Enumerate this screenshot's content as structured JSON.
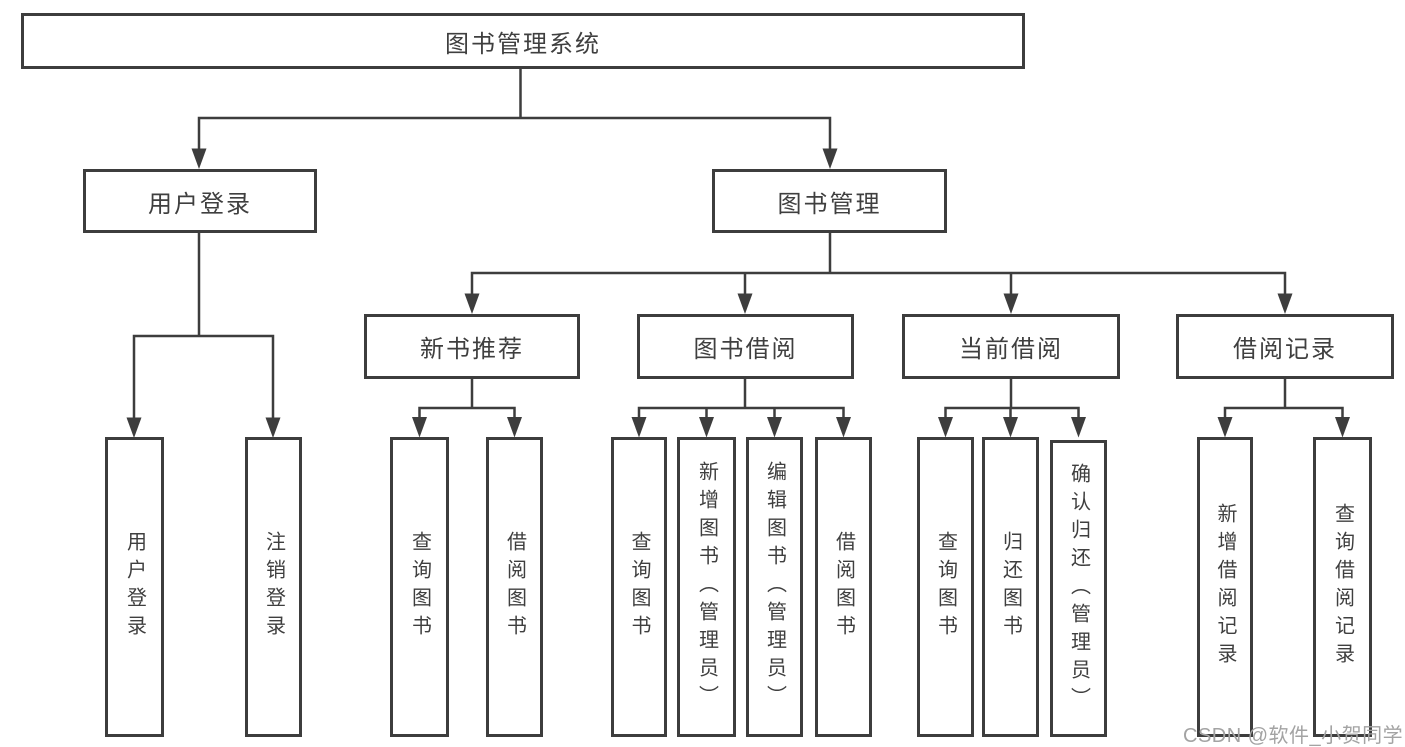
{
  "tree": {
    "root": {
      "label": "图书管理系统",
      "children": [
        {
          "label": "用户登录",
          "children": [
            {
              "label": "用户登录"
            },
            {
              "label": "注销登录"
            }
          ]
        },
        {
          "label": "图书管理",
          "children": [
            {
              "label": "新书推荐",
              "children": [
                {
                  "label": "查询图书"
                },
                {
                  "label": "借阅图书"
                }
              ]
            },
            {
              "label": "图书借阅",
              "children": [
                {
                  "label": "查询图书"
                },
                {
                  "label": "新增图书（管理员）"
                },
                {
                  "label": "编辑图书（管理员）"
                },
                {
                  "label": "借阅图书"
                }
              ]
            },
            {
              "label": "当前借阅",
              "children": [
                {
                  "label": "查询图书"
                },
                {
                  "label": "归还图书"
                },
                {
                  "label": "确认归还（管理员）"
                }
              ]
            },
            {
              "label": "借阅记录",
              "children": [
                {
                  "label": "新增借阅记录"
                },
                {
                  "label": "查询借阅记录"
                }
              ]
            }
          ]
        }
      ]
    }
  },
  "watermark": {
    "text": "CSDN @软件_小贺同学"
  },
  "colors": {
    "line": "#3d3d3d",
    "box_border": "#3d3d3d",
    "text": "#3f3f3f",
    "watermark": "#a3a3a3",
    "background": "#ffffff"
  }
}
